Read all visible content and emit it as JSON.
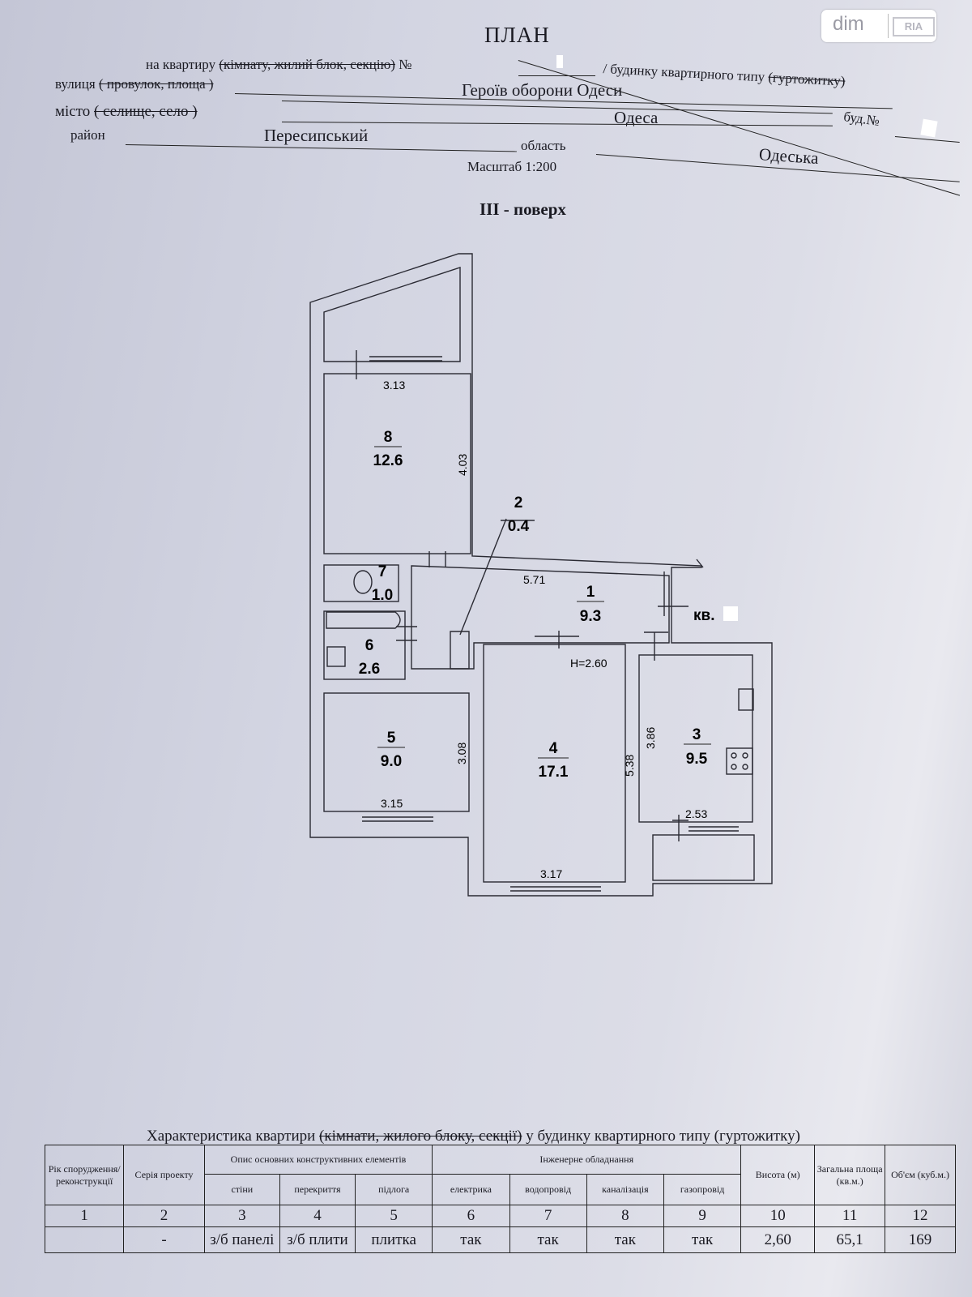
{
  "logo": {
    "brand": "dim",
    "sub": "RIA"
  },
  "header": {
    "title": "ПЛАН",
    "line1_prefix": "на квартиру",
    "line1_struck": "(кімнату, жилий блок, секцію)",
    "line1_no": "№",
    "line1_suffix": "/ будинку квартирного типу",
    "line1_struck2": "(гуртожитку)",
    "street_label": "вулиця",
    "street_struck": "( провулок, площа )",
    "street_value": "Героїв оборони Одеси",
    "city_label": "місто",
    "city_struck": "( селище, село )",
    "city_value": "Одеса",
    "building_label": "буд.№",
    "district_label": "район",
    "district_value": "Пересипський",
    "region_label": "область",
    "region_value": "Одеська",
    "scale": "Масштаб 1:200",
    "floor": "III - поверх"
  },
  "plan": {
    "apartment_label": "кв.",
    "height_label": "H=2.60",
    "rooms": [
      {
        "num": "1",
        "area": "9.3"
      },
      {
        "num": "2",
        "area": "0.4"
      },
      {
        "num": "3",
        "area": "9.5"
      },
      {
        "num": "4",
        "area": "17.1"
      },
      {
        "num": "5",
        "area": "9.0"
      },
      {
        "num": "6",
        "area": "2.6"
      },
      {
        "num": "7",
        "area": "1.0"
      },
      {
        "num": "8",
        "area": "12.6"
      }
    ],
    "dims": {
      "r8_w": "3.13",
      "r8_h": "4.03",
      "r1_w": "5.71",
      "r5_h": "3.08",
      "r5_w": "3.15",
      "r4_h": "5.38",
      "r4_w": "3.17",
      "r3_h": "3.86",
      "r3_w": "2.53"
    }
  },
  "table": {
    "title_prefix": "Характеристика квартири",
    "title_struck": "(кімнати, жилого блоку, секції)",
    "title_suffix": "у будинку квартирного типу (гуртожитку)",
    "headers": {
      "year": "Рік спорудження/ реконструкції",
      "series": "Серія проекту",
      "elements": "Опис основних конструктивних елементів",
      "walls": "стіни",
      "floors_cov": "перекриття",
      "floor": "підлога",
      "engineering": "Інженерне обладнання",
      "electric": "електрика",
      "water": "водопровід",
      "sewer": "каналізація",
      "gas": "газопровід",
      "height": "Висота (м)",
      "area": "Загальна площа (кв.м.)",
      "volume": "Об'єм (куб.м.)"
    },
    "col_numbers": [
      "1",
      "2",
      "3",
      "4",
      "5",
      "6",
      "7",
      "8",
      "9",
      "10",
      "11",
      "12"
    ],
    "row": [
      "",
      "-",
      "з/б панелі",
      "з/б плити",
      "плитка",
      "так",
      "так",
      "так",
      "так",
      "2,60",
      "65,1",
      "169"
    ]
  }
}
